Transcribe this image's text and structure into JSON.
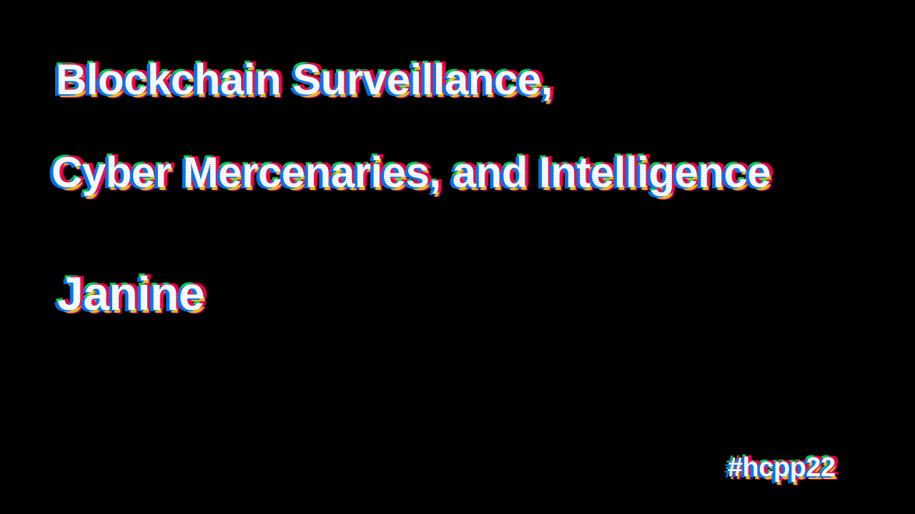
{
  "slide": {
    "title_line_1": "Blockchain Surveillance,",
    "title_line_2": "Cyber Mercenaries, and Intelligence",
    "speaker": "Janine",
    "hashtag": "#hcpp22"
  },
  "colors": {
    "background": "#000000",
    "text": "#ffffff",
    "glitch_blue": "#0078ff",
    "glitch_red": "#ff0050",
    "glitch_yellow": "#ffdc00",
    "glitch_green": "#00ff78",
    "glitch_magenta": "#ff00dc"
  }
}
